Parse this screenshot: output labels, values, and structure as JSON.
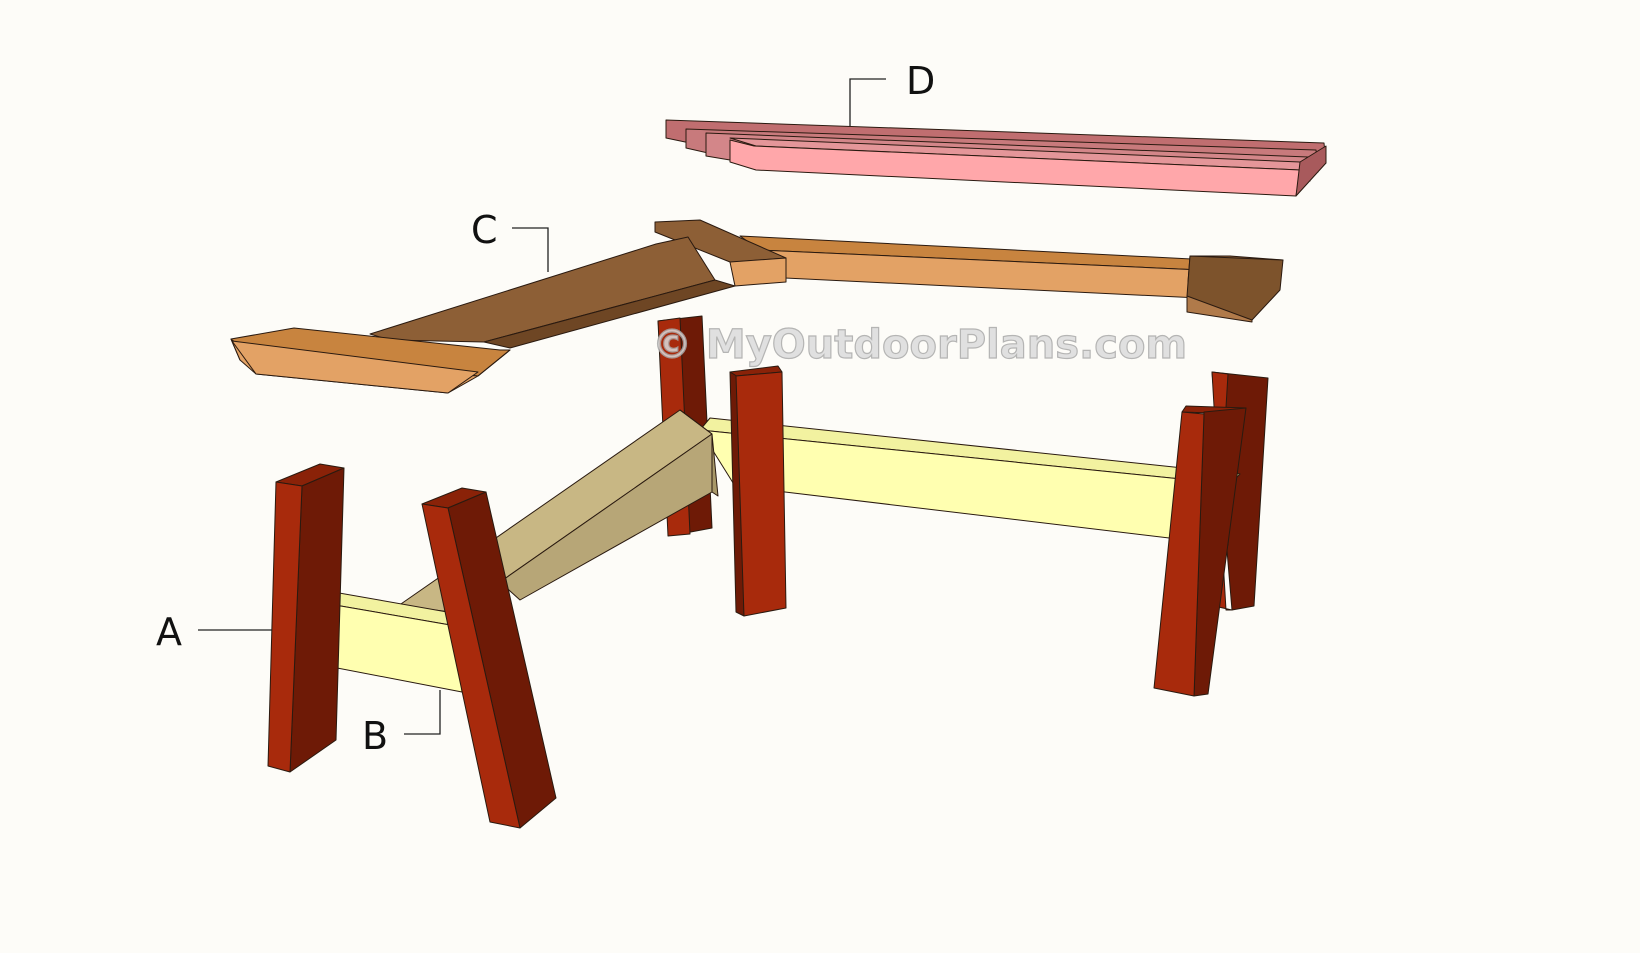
{
  "watermark": "© MyOutdoorPlans.com",
  "callouts": {
    "a": "A",
    "b": "B",
    "c": "C",
    "d": "D"
  },
  "colors": {
    "background": "#fdfcf8",
    "leg_front": "#a82a0c",
    "leg_side": "#6e1a06",
    "rail_light_front": "#ffffb0",
    "rail_light_top": "#f2f2a0",
    "rail_shadow": "#b7a677",
    "support_light": "#e3a265",
    "support_dark": "#8d5f36",
    "seat_slat_face": "#ffa7aa",
    "seat_slat_edge": "#c06e70"
  }
}
